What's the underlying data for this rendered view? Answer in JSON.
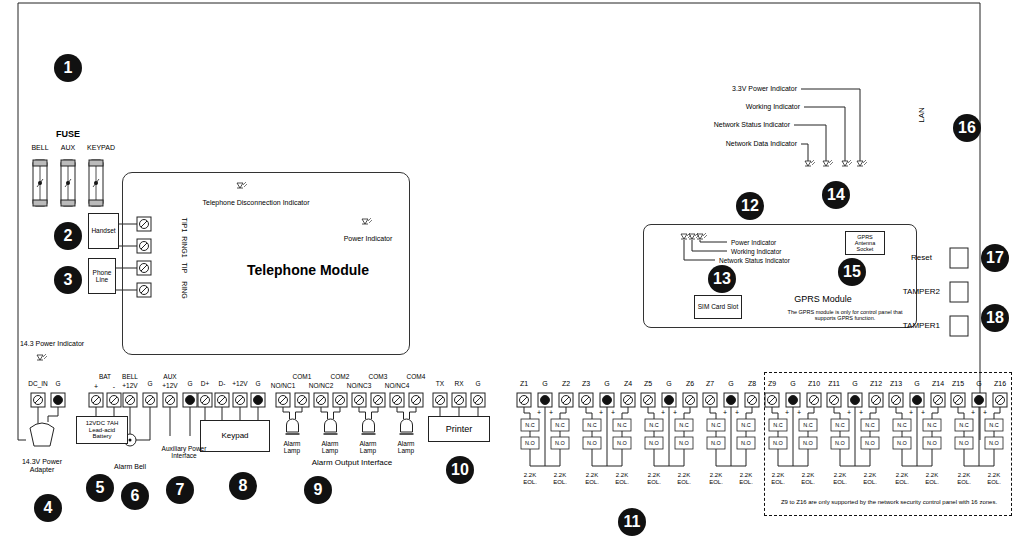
{
  "diagram": {
    "nodes": [
      {
        "text": [
          "Telephone Disconnection Indicator",
          "Power Indicator",
          "Telephone Module"
        ]
      },
      {
        "text": [
          "Handset"
        ]
      },
      {
        "text": [
          "Phone Line"
        ]
      },
      {
        "text": [
          "Power Indicator",
          "Working Indicator",
          "Network Status Indicator",
          "GPRS Module",
          "The GPRS module is only for control panel that supports GPRS function."
        ]
      },
      {
        "text": [
          "SIM Card Slot"
        ],
        "in": 3
      },
      {
        "text": [
          "GPRS Antenna Socket"
        ],
        "in": 3
      },
      {
        "text": [
          "12VDC 7AH Lead-acid Battery"
        ]
      },
      {
        "text": [
          "Keypad"
        ]
      },
      {
        "text": [
          "Printer"
        ]
      },
      {
        "text": [
          "Z9 to Z16 are only supported by the network security control panel with 16 zones."
        ]
      }
    ],
    "labels": [
      "1",
      "FUSE",
      "BELL",
      "AUX",
      "KEYPAD",
      "2",
      "3",
      "TIP1",
      "RING1",
      "TIP",
      "RING",
      "14.3 Power Indicator",
      "3.3V Power Indicator",
      "Working Indicator",
      "Network Status Indicator",
      "Network Data Indicator",
      "12",
      "14",
      "16",
      "LAN",
      "13",
      "15",
      "Reset",
      "17",
      "TAMPER2",
      "TAMPER1",
      "18",
      "DC_IN",
      "G",
      "BAT",
      "+",
      "-",
      "BELL",
      "+12V",
      "G",
      "AUX",
      "+12V",
      "G",
      "D+",
      "D-",
      "+12V",
      "G",
      "NO/NC1",
      "COM1",
      "NO/NC2",
      "COM2",
      "NO/NC3",
      "COM3",
      "NO/NC4",
      "COM4",
      "TX",
      "RX",
      "G",
      "14.3V Power Adapter",
      "Alarm Bell",
      "Auxiliary Power Interface",
      "Alarm Lamp",
      "Alarm Lamp",
      "Alarm Lamp",
      "Alarm Lamp",
      "Alarm Output Interface",
      "4",
      "5",
      "6",
      "7",
      "8",
      "9",
      "10",
      "Z1",
      "G",
      "Z2",
      "Z3",
      "G",
      "Z4",
      "Z5",
      "G",
      "Z6",
      "Z7",
      "G",
      "Z8",
      "Z9",
      "G",
      "Z10",
      "Z11",
      "G",
      "Z12",
      "Z13",
      "G",
      "Z14",
      "Z15",
      "G",
      "Z16",
      "+",
      "N.C",
      "N.O",
      "2.2K EOL.",
      "+",
      "N.C",
      "N.O",
      "2.2K EOL.",
      "+",
      "N.C",
      "N.O",
      "2.2K EOL.",
      "+",
      "N.C",
      "N.O",
      "2.2K EOL.",
      "+",
      "N.C",
      "N.O",
      "2.2K EOL.",
      "+",
      "N.C",
      "N.O",
      "2.2K EOL.",
      "+",
      "N.C",
      "N.O",
      "2.2K EOL.",
      "+",
      "N.C",
      "N.O",
      "2.2K EOL.",
      "+",
      "N.C",
      "N.O",
      "2.2K EOL.",
      "+",
      "N.C",
      "N.O",
      "2.2K EOL.",
      "+",
      "N.C",
      "N.O",
      "2.2K EOL.",
      "+",
      "N.C",
      "N.O",
      "2.2K EOL.",
      "+",
      "N.C",
      "N.O",
      "2.2K EOL.",
      "+",
      "N.C",
      "N.O",
      "2.2K EOL.",
      "+",
      "N.C",
      "N.O",
      "2.2K EOL.",
      "+",
      "N.C",
      "N.O",
      "2.2K EOL.",
      "11"
    ]
  }
}
